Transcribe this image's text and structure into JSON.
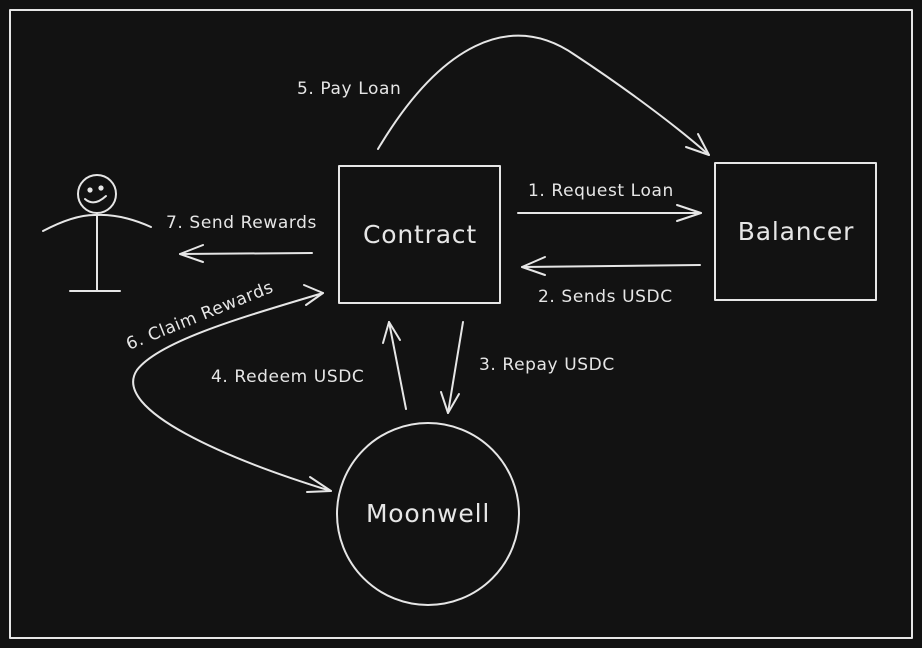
{
  "nodes": {
    "contract": "Contract",
    "balancer": "Balancer",
    "moonwell": "Moonwell"
  },
  "actor": {
    "icon": "stick-figure-user-icon"
  },
  "steps": {
    "request_loan": "1. Request Loan",
    "sends_usdc": "2. Sends USDC",
    "repay_usdc": "3. Repay USDC",
    "redeem_usdc": "4. Redeem USDC",
    "pay_loan": "5. Pay Loan",
    "claim_rewards": "6. Claim Rewards",
    "send_rewards": "7. Send Rewards"
  },
  "colors": {
    "background": "#121212",
    "stroke": "#e6e6e6"
  }
}
